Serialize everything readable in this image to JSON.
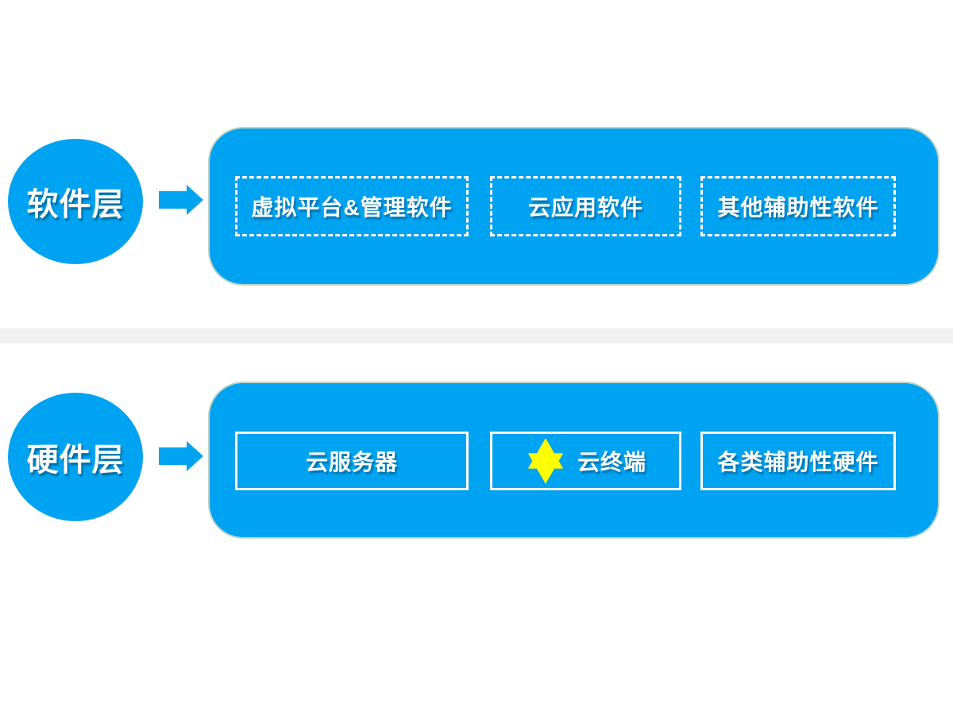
{
  "colors": {
    "primary_blue": "#00a2f2",
    "box_border_white": "#ffffff",
    "panel_outline_green": "#bdd4c5",
    "star_yellow": "#ffff00",
    "divider_gray": "#f1f1f1",
    "text_white": "#ffffff"
  },
  "icons": {
    "arrow": "arrow-right-icon",
    "star": "star-icon"
  },
  "layers": [
    {
      "id": "software",
      "circle_label": "软件层",
      "items": [
        {
          "label": "虚拟平台&管理软件",
          "border": "dashed"
        },
        {
          "label": "云应用软件",
          "border": "dashed"
        },
        {
          "label": "其他辅助性软件",
          "border": "dashed"
        }
      ]
    },
    {
      "id": "hardware",
      "circle_label": "硬件层",
      "items": [
        {
          "label": "云服务器",
          "border": "solid"
        },
        {
          "label": "云终端",
          "border": "solid",
          "icon": "star-icon"
        },
        {
          "label": "各类辅助性硬件",
          "border": "solid"
        }
      ]
    }
  ]
}
